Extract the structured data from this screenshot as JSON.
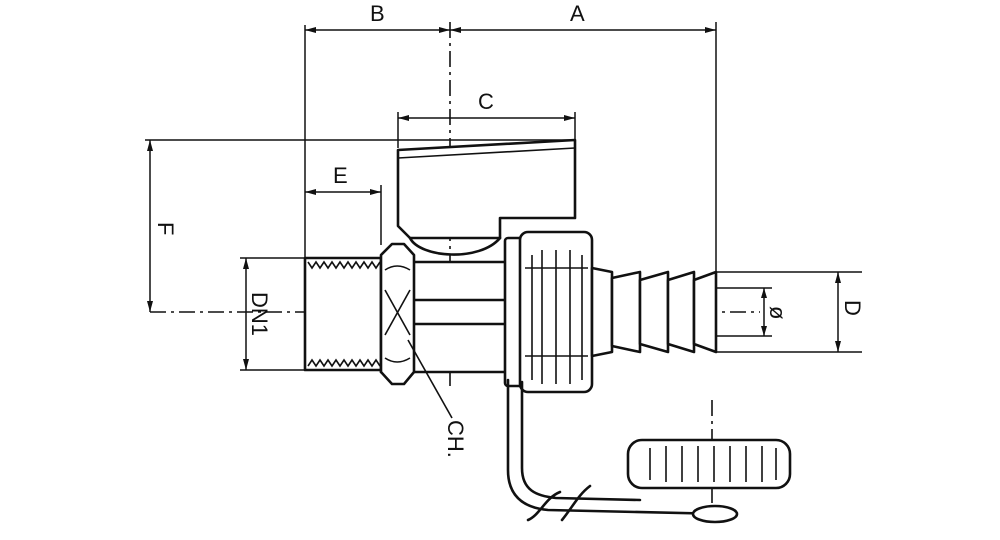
{
  "dimensions": {
    "A": "A",
    "B": "B",
    "C": "C",
    "D": "D",
    "E": "E",
    "F": "F",
    "DN1": "DN1",
    "CH": "CH.",
    "phi": "ø"
  }
}
